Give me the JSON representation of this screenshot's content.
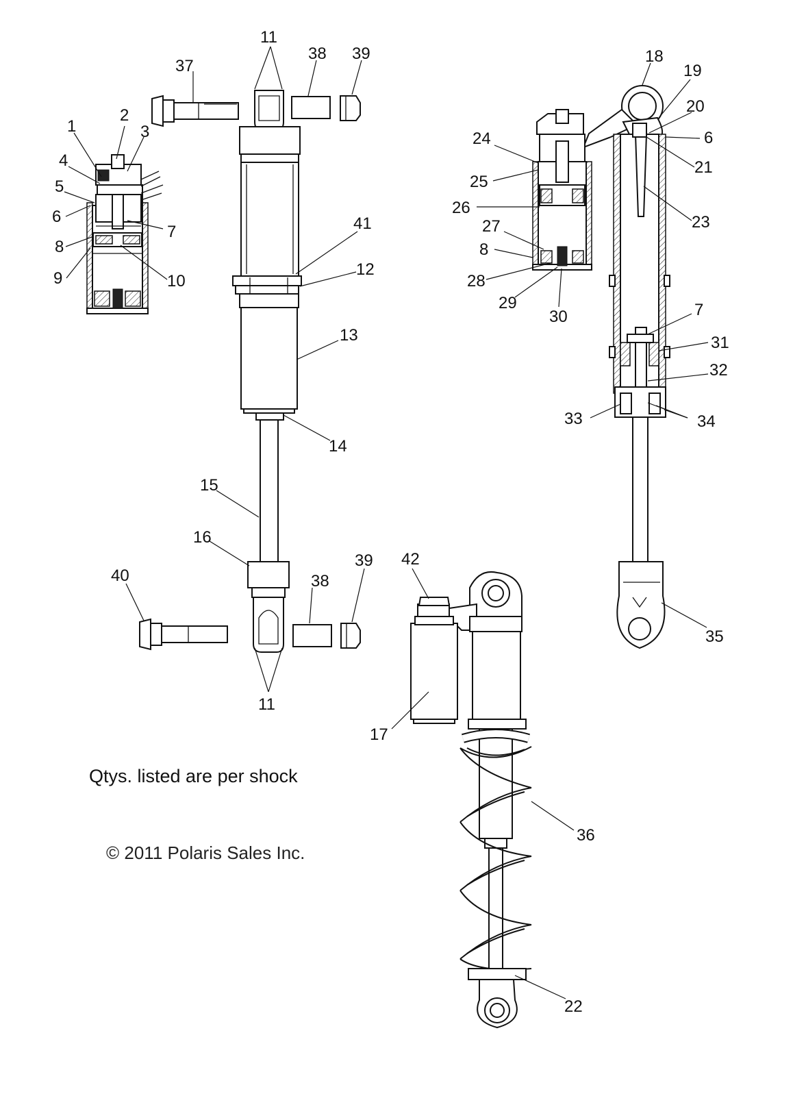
{
  "note": "Qtys. listed are per shock",
  "copyright": "© 2011 Polaris Sales Inc.",
  "callouts": {
    "c1": "1",
    "c2": "2",
    "c3": "3",
    "c4": "4",
    "c5": "5",
    "c6a": "6",
    "c7a": "7",
    "c8a": "8",
    "c9": "9",
    "c10": "10",
    "c11a": "11",
    "c11b": "11",
    "c12": "12",
    "c13": "13",
    "c14": "14",
    "c15": "15",
    "c16": "16",
    "c17": "17",
    "c18": "18",
    "c19": "19",
    "c20": "20",
    "c6b": "6",
    "c21": "21",
    "c22": "22",
    "c23": "23",
    "c24": "24",
    "c25": "25",
    "c26": "26",
    "c27": "27",
    "c8b": "8",
    "c28": "28",
    "c29": "29",
    "c30": "30",
    "c7b": "7",
    "c31": "31",
    "c32": "32",
    "c33": "33",
    "c34": "34",
    "c35": "35",
    "c36": "36",
    "c37": "37",
    "c38a": "38",
    "c39a": "39",
    "c38b": "38",
    "c39b": "39",
    "c40": "40",
    "c41": "41",
    "c42": "42"
  }
}
